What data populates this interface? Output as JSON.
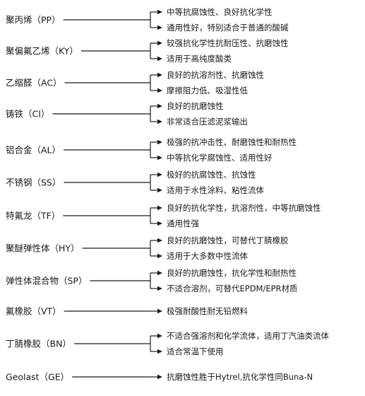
{
  "materials": [
    {
      "name": "聚丙烯（PP）",
      "properties": [
        "中等抗腐蚀性、良好抗化学性",
        "通用性好，特别适合于普通的酸碱"
      ]
    },
    {
      "name": "聚偏氟乙烯（KY）",
      "properties": [
        "较强抗化学性抗耐压性、抗磨蚀性",
        "适用于高纯度酸类"
      ]
    },
    {
      "name": "乙缩醛（AC）",
      "properties": [
        "良好的抗溶剂性、抗磨蚀性",
        "摩擦阻力低、吸湿性低"
      ]
    },
    {
      "name": "铸铁（CI）",
      "properties": [
        "良好的抗磨蚀性",
        "非常适合压滤泥浆输出"
      ]
    },
    {
      "name": "铝合金（AL）",
      "properties": [
        "极强的抗冲击性、耐磨蚀性和耐热性",
        "中等抗化学腐蚀性、适用性好"
      ]
    },
    {
      "name": "不锈钢（SS）",
      "properties": [
        "极好的抗腐蚀性、抗蚀性",
        "适用于水性涂料、粘性流体"
      ]
    },
    {
      "name": "特氟龙（TF）",
      "properties": [
        "良好的抗化学性，抗溶剂性，中等抗磨蚀性",
        "通用性强"
      ]
    },
    {
      "name": "聚醚弹性体（HY）",
      "properties": [
        "良好的抗磨蚀性，可替代丁腈橡胶",
        "适用于大多数中性流体"
      ]
    },
    {
      "name": "弹性体混合物（SP）",
      "properties": [
        "良好的抗磨蚀性，抗化学性和耐热性",
        "不适合溶剂，可替代EPDM/EPR材质"
      ]
    },
    {
      "name": "氟橡胶（VT）",
      "properties": [
        "极强耐酸性耐无铅燃料"
      ]
    },
    {
      "name": "丁腈橡胶（BN）",
      "properties": [
        "不适合强溶剂和化学流体，适用丁汽油类流体",
        "适合常温下使用"
      ]
    },
    {
      "name": "Geolast（GE）",
      "properties": [
        "抗磨蚀性胜于Hytrel,抗化学性同Buna-N"
      ]
    }
  ]
}
